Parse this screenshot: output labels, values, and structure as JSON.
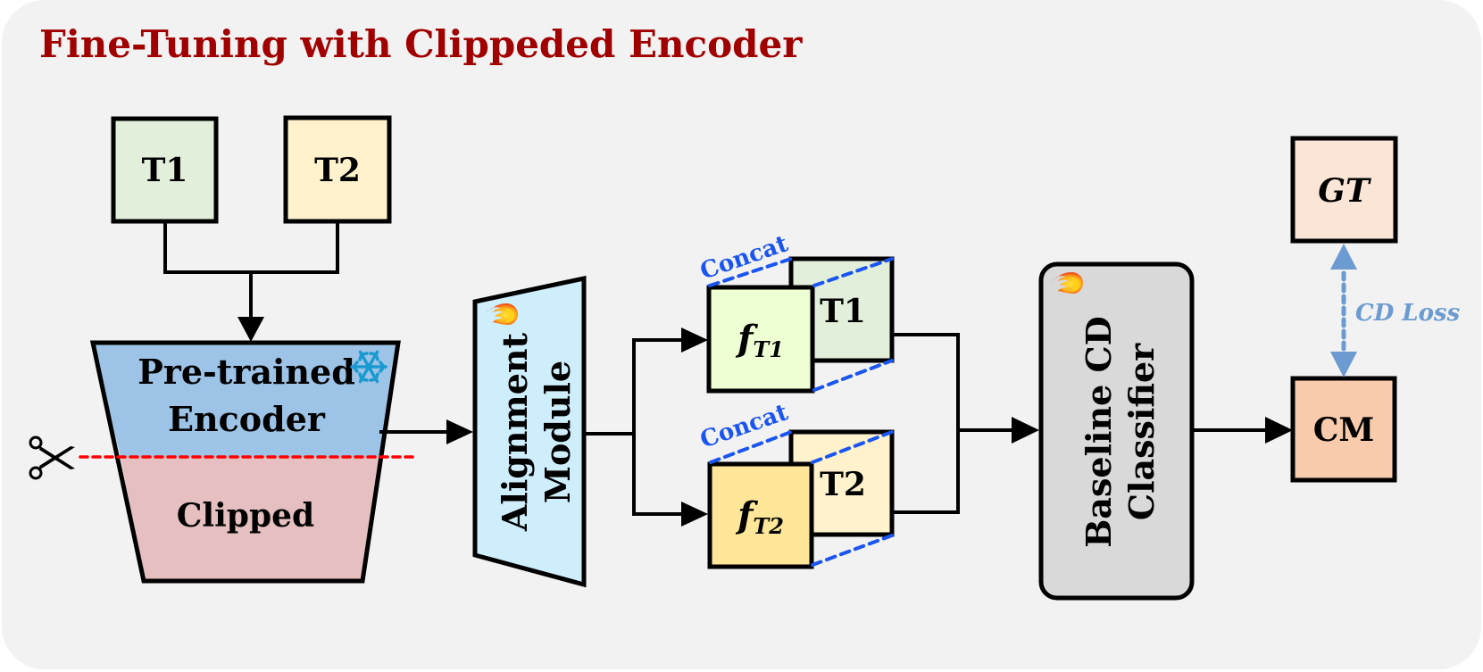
{
  "title": "Fine-Tuning with Clippeded Encoder",
  "colors": {
    "background": "#f2f2f2",
    "title": "#a00000",
    "t1_fill": "#e2efda",
    "t2_fill": "#fff2cc",
    "encoder_fill": "#9dc3e6",
    "clipped_fill": "#e6c0c0",
    "clipped_text": "#ff0000",
    "alignment_fill": "#cfeefc",
    "ft1_fill": "#efffd4",
    "ft2_fill": "#ffe699",
    "classifier_fill": "#d9d9d9",
    "gt_fill": "#fbe5d6",
    "cm_fill": "#f8cbad",
    "concat": "#1a55f0",
    "loss": "#6b9bd0",
    "snowflake": "#1a9ad0"
  },
  "inputs": {
    "t1": "T1",
    "t2": "T2"
  },
  "encoder": {
    "line1": "Pre-trained",
    "line2": "Encoder",
    "clipped": "Clipped",
    "frozen_icon": "snowflake-icon",
    "cut_icon": "scissors-icon"
  },
  "alignment": {
    "line1": "Alignment",
    "line2": "Module",
    "trainable_icon": "fire-icon"
  },
  "features": {
    "concat_label": "Concat",
    "f_symbol": "f",
    "t1_sub": "T1",
    "t2_sub": "T2",
    "t1_label": "T1",
    "t2_label": "T2"
  },
  "classifier": {
    "line1": "Baseline CD",
    "line2": "Classifier",
    "trainable_icon": "fire-icon"
  },
  "outputs": {
    "gt": "GT",
    "cm": "CM",
    "loss_label": "CD Loss"
  }
}
